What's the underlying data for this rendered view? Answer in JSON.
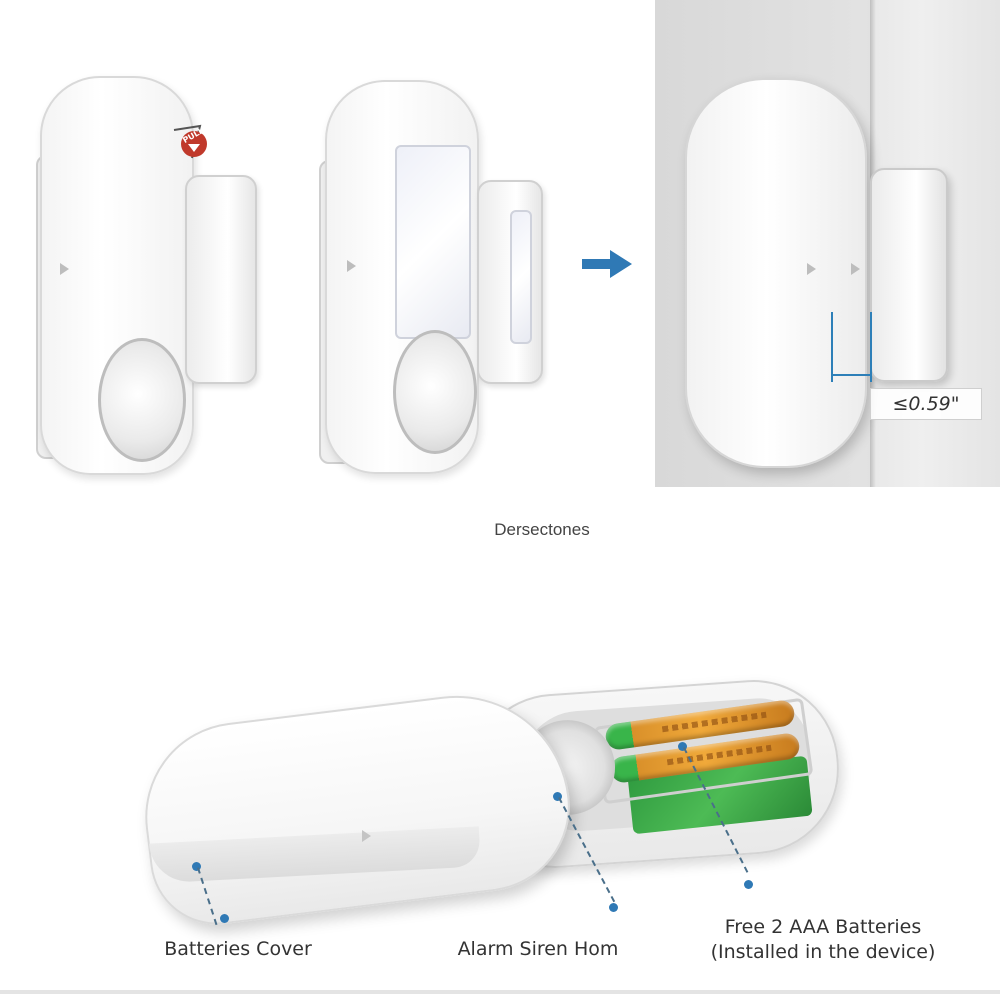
{
  "top": {
    "pull_tab_label": "PULL",
    "gap_spec": "≤0.59\""
  },
  "middle_caption": "Derseсtones",
  "callouts": {
    "cover": "Batteries Cover",
    "siren": "Alarm Siren Hom",
    "batteries_line1": "Free 2 AAA Batteries",
    "batteries_line2": "(Installed in the device)"
  },
  "colors": {
    "accent_blue": "#2f79b5",
    "battery_green": "#39b54a",
    "battery_orange": "#f0a93a",
    "pull_red": "#c0392b"
  }
}
